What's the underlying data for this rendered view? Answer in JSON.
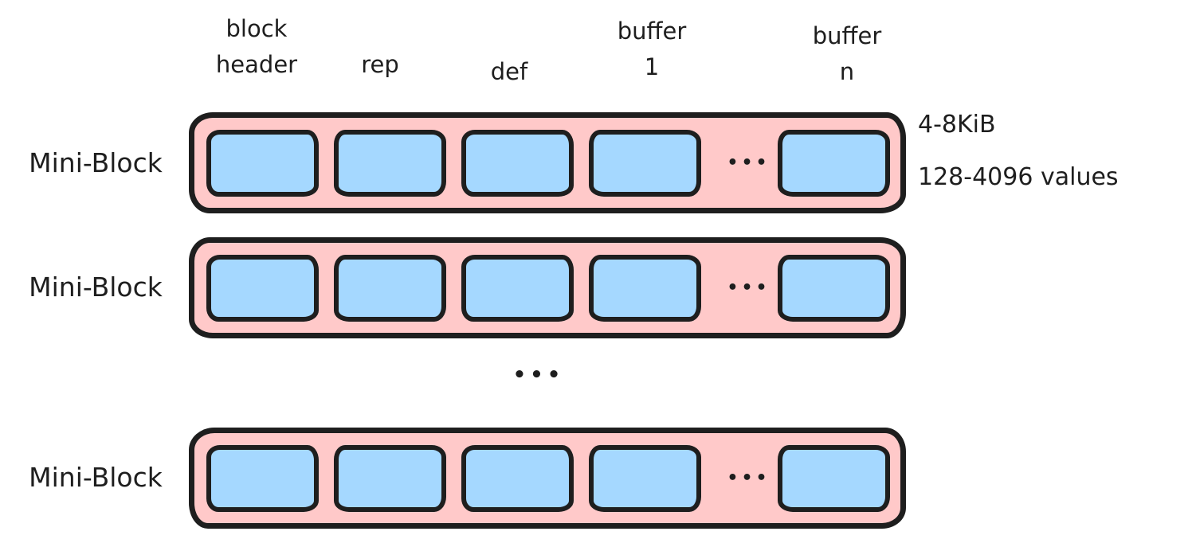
{
  "diagram": {
    "column_labels": [
      {
        "lines": [
          "block",
          "header"
        ]
      },
      {
        "lines": [
          "rep"
        ]
      },
      {
        "lines": [
          "def"
        ]
      },
      {
        "lines": [
          "buffer",
          "1"
        ]
      },
      {
        "lines": [
          "buffer",
          "n"
        ]
      }
    ],
    "rows": [
      {
        "label": "Mini-Block"
      },
      {
        "label": "Mini-Block"
      },
      {
        "label": "Mini-Block"
      }
    ],
    "cell_ellipsis": "•••",
    "between_rows_ellipsis": "•••",
    "annotations": {
      "size_range": "4-8KiB",
      "value_range": "128-4096 values"
    },
    "colors": {
      "mini_block_fill": "#ffc9c9",
      "buffer_fill": "#a5d8ff",
      "stroke": "#1e1e1e",
      "background": "#ffffff"
    }
  }
}
